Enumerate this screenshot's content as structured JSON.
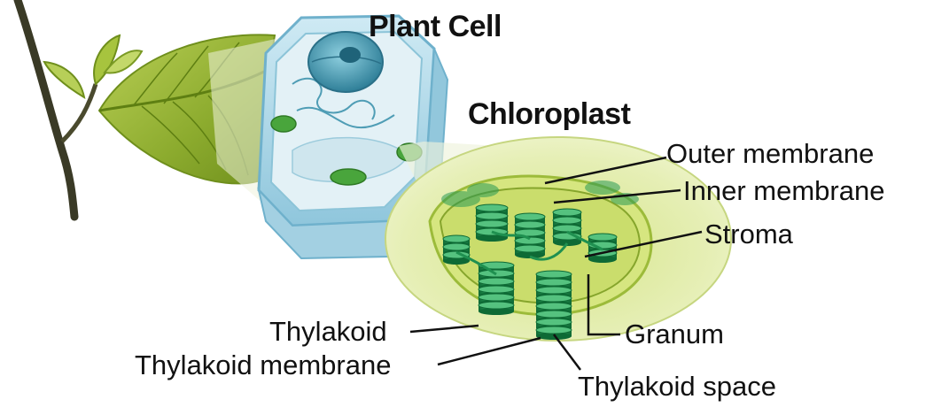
{
  "diagram": {
    "titles": {
      "plant_cell": "Plant Cell",
      "chloroplast": "Chloroplast"
    },
    "labels": {
      "outer_membrane": "Outer membrane",
      "inner_membrane": "Inner membrane",
      "stroma": "Stroma",
      "thylakoid": "Thylakoid",
      "thylakoid_membrane": "Thylakoid membrane",
      "granum": "Granum",
      "thylakoid_space": "Thylakoid space"
    },
    "colors": {
      "leaf": "#8cab2e",
      "leaf_vein": "#5e7f12",
      "stem": "#3a3a26",
      "cell_wall": "#a9d6e8",
      "cell_wall_dark": "#6fb1cc",
      "nucleus": "#3f8fa6",
      "chloroplast_outer": "#e4eeb0",
      "chloroplast_inner": "#c7db72",
      "thylakoid_green": "#1f9050",
      "thylakoid_dark": "#0e6a35",
      "leader_line": "#111111"
    }
  }
}
